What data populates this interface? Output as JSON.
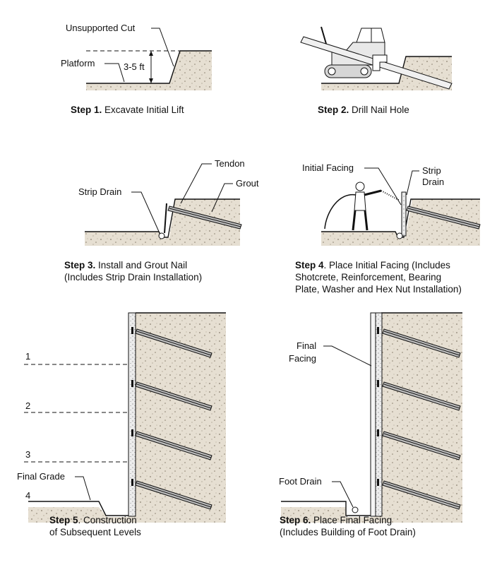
{
  "step1": {
    "caption_step": "Step 1.",
    "caption_text": "Excavate Initial Lift",
    "label_cut": "Unsupported Cut",
    "label_platform": "Platform",
    "label_height": "3-5 ft"
  },
  "step2": {
    "caption_step": "Step 2.",
    "caption_text": "Drill Nail Hole"
  },
  "step3": {
    "caption_step": "Step 3.",
    "caption_text": "Install and Grout Nail",
    "caption_line2": "(Includes Strip Drain Installation)",
    "label_tendon": "Tendon",
    "label_grout": "Grout",
    "label_strip_drain": "Strip Drain"
  },
  "step4": {
    "caption_step": "Step 4",
    "caption_text": ". Place Initial Facing (Includes",
    "caption_line2": "Shotcrete, Reinforcement, Bearing",
    "caption_line3": "Plate, Washer and Hex Nut Installation)",
    "label_initial_facing": "Initial Facing",
    "label_strip": "Strip",
    "label_drain": "Drain"
  },
  "step5": {
    "caption_step": "Step 5",
    "caption_text": ". Construction",
    "caption_line2": "of Subsequent Levels",
    "label_final_grade": "Final Grade",
    "levels": [
      "1",
      "2",
      "3",
      "4"
    ]
  },
  "step6": {
    "caption_step": "Step 6.",
    "caption_text": "Place Final Facing",
    "caption_line2": "(Includes Building of Foot Drain)",
    "label_final": "Final",
    "label_facing": "Facing",
    "label_foot_drain": "Foot Drain"
  }
}
